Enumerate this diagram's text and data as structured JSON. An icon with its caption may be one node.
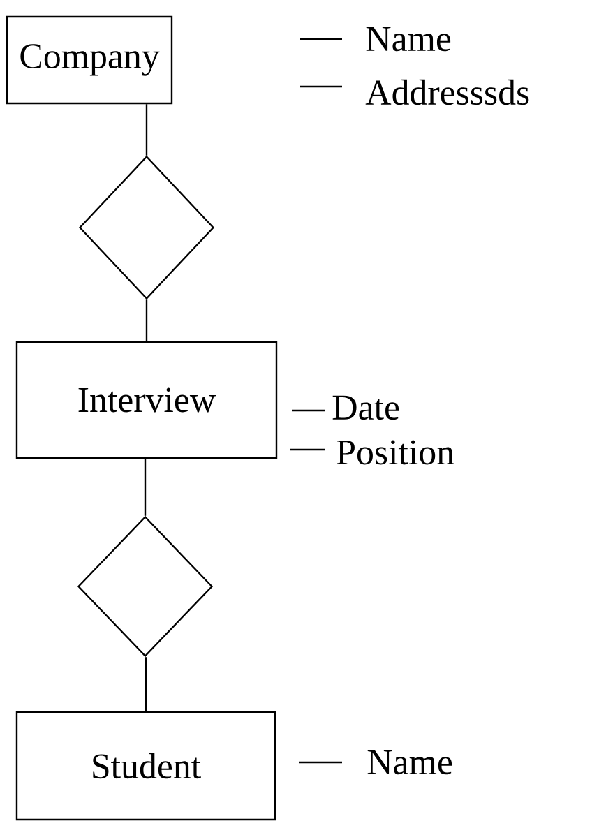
{
  "diagram": {
    "nodes": [
      {
        "text": [
          "Company"
        ]
      },
      {
        "text": [],
        "shape": "diamond"
      },
      {
        "text": [
          "Interview"
        ]
      },
      {
        "text": [],
        "shape": "diamond"
      },
      {
        "text": [
          "Student"
        ]
      }
    ],
    "edges": [
      {
        "from": 0,
        "to": 1,
        "arrow": "none"
      },
      {
        "from": 1,
        "to": 2,
        "arrow": "none"
      },
      {
        "from": 2,
        "to": 3,
        "arrow": "none"
      },
      {
        "from": 3,
        "to": 4,
        "arrow": "none"
      }
    ],
    "labels": [
      "Name",
      "Addresssds",
      "Date",
      "Position",
      "Name"
    ]
  }
}
